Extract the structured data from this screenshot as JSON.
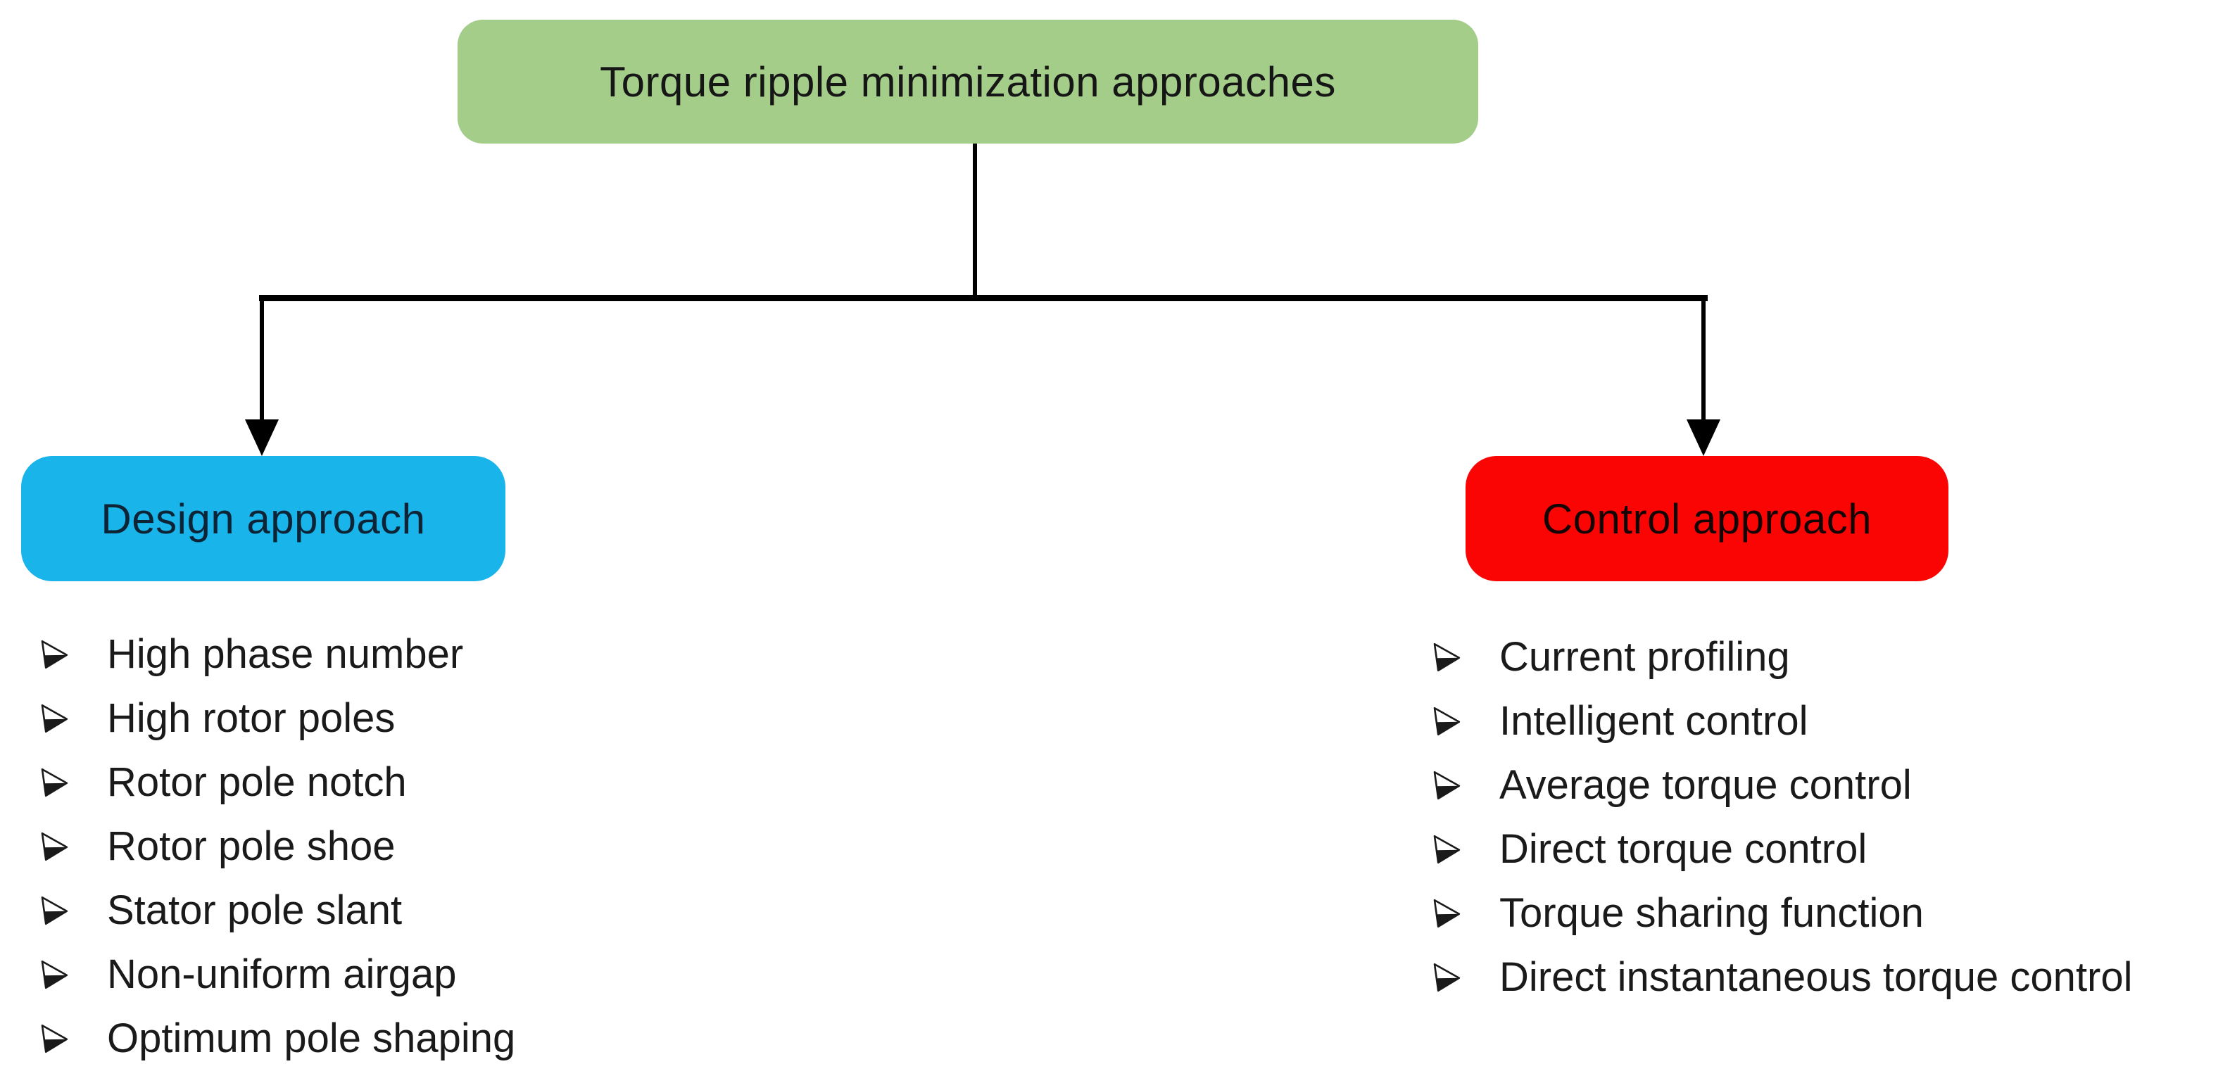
{
  "diagram": {
    "title": "Torque ripple minimization approaches",
    "colors": {
      "root": "#a3cd88",
      "design": "#19b4ea",
      "control": "#fb0404",
      "connector": "#000000"
    },
    "icons": {
      "bullet": "arrow-bullet",
      "connector_end": "arrow-down"
    },
    "branches": [
      {
        "label": "Design approach",
        "items": [
          "High phase number",
          "High rotor poles",
          "Rotor pole notch",
          "Rotor pole shoe",
          "Stator pole slant",
          "Non-uniform airgap",
          "Optimum pole shaping"
        ]
      },
      {
        "label": "Control approach",
        "items": [
          "Current profiling",
          "Intelligent control",
          "Average torque control",
          "Direct torque control",
          "Torque sharing function",
          "Direct instantaneous torque control"
        ]
      }
    ]
  }
}
